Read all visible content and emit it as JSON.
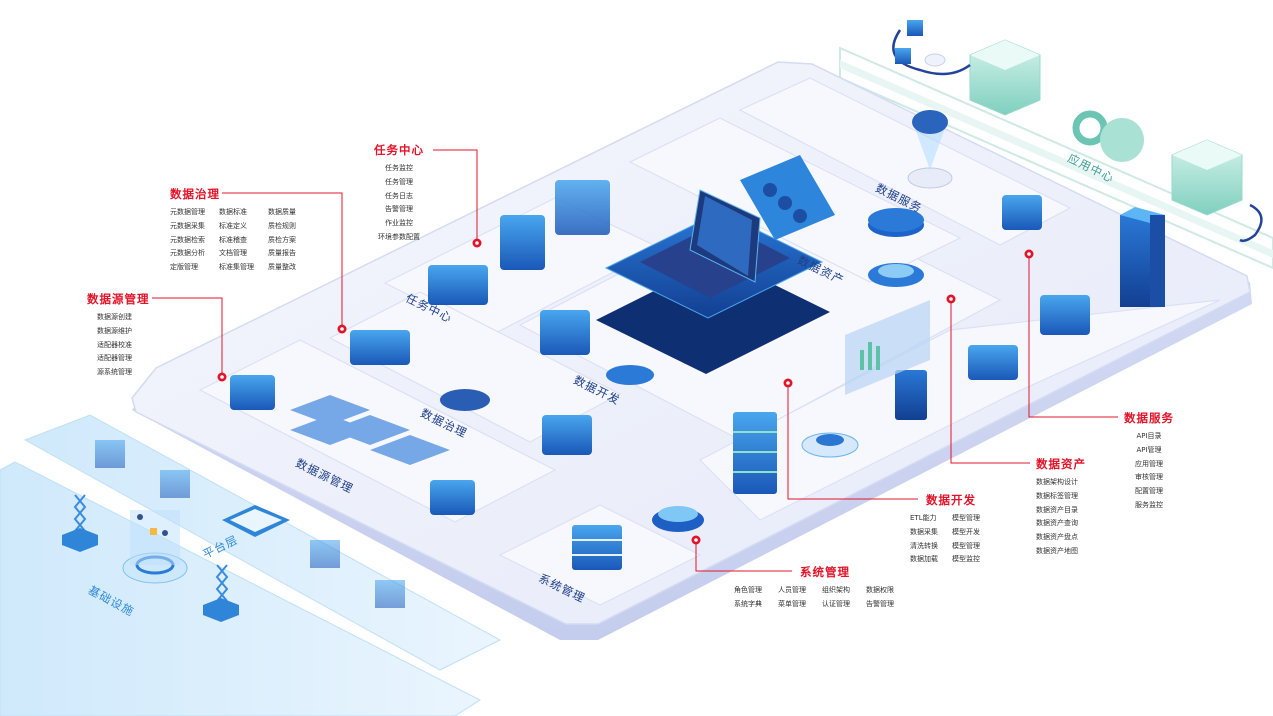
{
  "diagram": {
    "layers": {
      "application": "应用中心",
      "platform": "平台层",
      "infrastructure": "基础设施"
    },
    "zones": {
      "task_center": "任务中心",
      "data_governance": "数据治理",
      "data_source_mgmt": "数据源管理",
      "data_development": "数据开发",
      "data_assets": "数据资产",
      "data_services": "数据服务",
      "system_mgmt": "系统管理"
    },
    "accent_color": "#e3142a",
    "primary_color": "#1f6fd1",
    "secondary_color": "#5dc1b5"
  },
  "callouts": {
    "data_governance": {
      "title": "数据治理",
      "items": [
        "元数据管理",
        "数据标准",
        "数据质量",
        "元数据采集",
        "标准定义",
        "质检规则",
        "元数据检索",
        "标准稽查",
        "质检方案",
        "元数据分析",
        "文档管理",
        "质量报告",
        "定版管理",
        "标准集管理",
        "质量整改"
      ]
    },
    "task_center": {
      "title": "任务中心",
      "items": [
        "任务监控",
        "任务管理",
        "任务日志",
        "告警管理",
        "作业监控",
        "环境参数配置"
      ]
    },
    "data_source_mgmt": {
      "title": "数据源管理",
      "items": [
        "数据源创建",
        "数据源维护",
        "适配器校准",
        "适配器管理",
        "源系统管理"
      ]
    },
    "data_services": {
      "title": "数据服务",
      "items": [
        "API目录",
        "API管理",
        "应用管理",
        "审核管理",
        "配置管理",
        "服务监控"
      ]
    },
    "data_assets": {
      "title": "数据资产",
      "items": [
        "数据架构设计",
        "数据标签管理",
        "数据资产目录",
        "数据资产查询",
        "数据资产盘点",
        "数据资产地图"
      ]
    },
    "data_development": {
      "title": "数据开发",
      "items": [
        "ETL能力",
        "模型管理",
        "数据采集",
        "模型开发",
        "清洗转换",
        "模型管理",
        "数据加载",
        "模型监控"
      ]
    },
    "system_mgmt": {
      "title": "系统管理",
      "items": [
        "角色管理",
        "人员管理",
        "组织架构",
        "数据权限",
        "系统字典",
        "菜单管理",
        "认证管理",
        "告警管理"
      ]
    }
  }
}
